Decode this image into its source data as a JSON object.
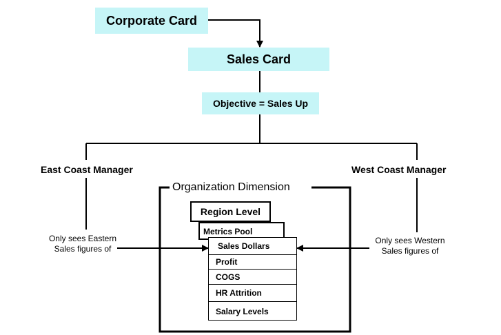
{
  "corporate_card": "Corporate Card",
  "sales_card": "Sales Card",
  "objective": "Objective = Sales Up",
  "east_manager": "East Coast Manager",
  "west_manager": "West Coast Manager",
  "east_note": [
    "Only sees Eastern",
    "Sales figures of"
  ],
  "west_note": [
    "Only sees Western",
    "Sales figures of"
  ],
  "org_dimension": "Organization Dimension",
  "region_level": "Region Level",
  "metrics_pool": "Metrics Pool",
  "metrics": [
    "Sales Dollars",
    "Profit",
    "COGS",
    "HR Attrition",
    "Salary Levels"
  ],
  "colors": {
    "card_fill": "#c6f5f7",
    "line": "#000000"
  }
}
